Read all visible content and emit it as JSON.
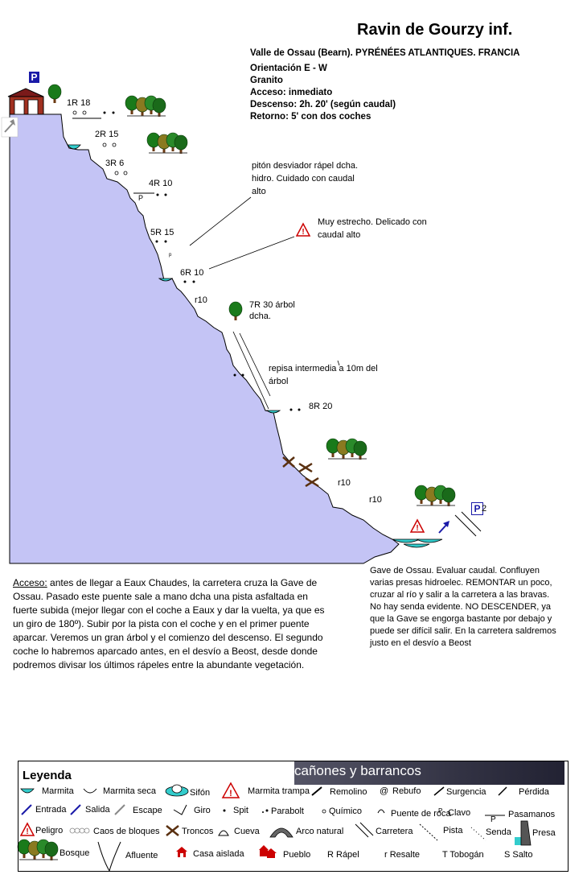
{
  "header": {
    "title": "Ravin de Gourzy inf.",
    "region": "Valle de Ossau (Bearn). PYRÉNÉES ATLANTIQUES. FRANCIA",
    "orientation": "Orientación E - W",
    "rock": "Granito",
    "access": "Acceso: inmediato",
    "descent": "Descenso: 2h. 20' (según caudal)",
    "return": "Retorno: 5' con dos coches"
  },
  "topo": {
    "parking_top": "P",
    "parking_bottom": "P",
    "parking_bottom_num": "2",
    "small_p": "P",
    "r1": "1R 18",
    "r2": "2R 15",
    "r3": "3R 6",
    "r4": "4R 10",
    "r5": "5R 15",
    "r6": "6R 10",
    "r10a": "r10",
    "r7": "7R 30 árbol",
    "r7b": "dcha.",
    "r8": "8R 20",
    "r10b": "r10",
    "r10c": "r10",
    "note_piton_1": "pitón desviador rápel dcha.",
    "note_piton_2": "hidro. Cuidado con caudal",
    "note_piton_3": "alto",
    "note_estrecho_1": "Muy estrecho. Delicado con",
    "note_estrecho_2": "caudal alto",
    "note_repisa_1": "repisa intermedia a 10m del",
    "note_repisa_2": "árbol"
  },
  "acceso_text": {
    "label": "Acceso:",
    "body": " antes de llegar a Eaux Chaudes, la carretera cruza la Gave de Ossau. Pasado este puente sale a mano dcha una pista asfaltada en fuerte subida (mejor llegar con el coche a Eaux y dar la vuelta, ya que es un giro de 180º). Subir por la pista con el coche y en el primer puente aparcar. Veremos un gran árbol y el comienzo del descenso. El segundo coche lo habremos aparcado antes, en el desvío a Beost, desde donde podremos divisar los últimos rápeles entre la abundante vegetación."
  },
  "gave_text": "Gave de Ossau. Evaluar caudal. Confluyen varias presas hidroelec. REMONTAR un poco, cruzar al río y salir a la carretera a las bravas. No hay senda evidente. NO DESCENDER, ya que la Gave se engorga bastante por debajo y puede ser difícil salir. En la carretera saldremos justo en el desvío a Beost",
  "legend": {
    "title": "Leyenda",
    "brand": "cañones y barrancos",
    "items": {
      "marmita": "Marmita",
      "marmita_seca": "Marmita seca",
      "sifon": "Sifón",
      "marmita_trampa": "Marmita trampa",
      "remolino": "Remolino",
      "rebufo": "Rebufo",
      "surgencia": "Surgencia",
      "perdida": "Pérdida",
      "entrada": "Entrada",
      "salida": "Salida",
      "escape": "Escape",
      "giro": "Giro",
      "spit": "Spit",
      "parabolt": "Parabolt",
      "quimico": "Químico",
      "puente_roca": "Puente de roca",
      "clavo": "Clavo",
      "pasamanos": "Pasamanos",
      "peligro": "Peligro",
      "caos": "Caos de bloques",
      "troncos": "Troncos",
      "cueva": "Cueva",
      "arco": "Arco natural",
      "carretera": "Carretera",
      "pista": "Pista",
      "senda": "Senda",
      "presa": "Presa",
      "bosque": "Bosque",
      "afluente": "Afluente",
      "casa": "Casa aislada",
      "pueblo": "Pueblo",
      "rapel": "R Rápel",
      "resalte": "r Resalte",
      "tobogan": "T Tobogán",
      "salto": "S Salto",
      "pasamanos_p": "P"
    }
  },
  "colors": {
    "water_fill": "#c4c4f5",
    "pool": "#33cccc",
    "tree_green": "#1a7a1a",
    "parking": "#1a1aa8"
  }
}
